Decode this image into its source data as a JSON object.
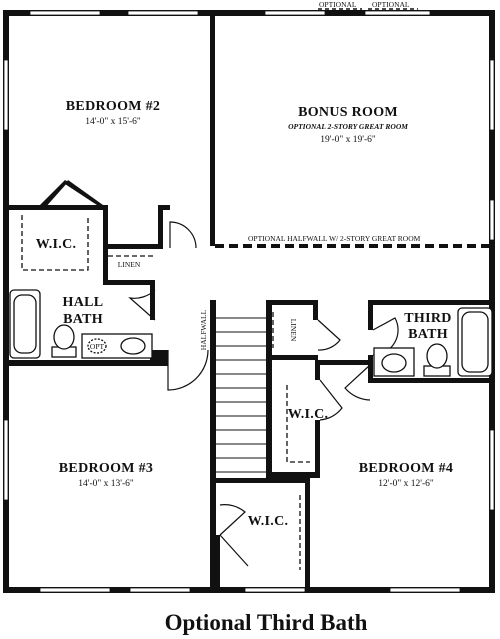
{
  "caption": "Optional Third Bath",
  "rooms": {
    "bedroom2": {
      "name": "BEDROOM #2",
      "dims": "14'-0\" x 15'-6\""
    },
    "bonus": {
      "name": "BONUS ROOM",
      "note": "OPTIONAL 2-STORY GREAT ROOM",
      "dims": "19'-0\" x 19'-6\""
    },
    "bedroom3": {
      "name": "BEDROOM #3",
      "dims": "14'-0\" x 13'-6\""
    },
    "bedroom4": {
      "name": "BEDROOM #4",
      "dims": "12'-0\" x 12'-6\""
    },
    "wic_left": "W.I.C.",
    "wic_mid": "W.I.C.",
    "wic_bottom": "W.I.C.",
    "hall_bath_line1": "HALL",
    "hall_bath_line2": "BATH",
    "third_bath_line1": "THIRD",
    "third_bath_line2": "BATH",
    "opt": "OPT",
    "linen_hall": "LINEN",
    "linen_center": "LINEN",
    "halfwall": "HALFWALL"
  },
  "notes": {
    "halfwall_note": "OPTIONAL HALFWALL W/ 2-STORY GREAT ROOM",
    "optional_top_1": "OPTIONAL",
    "optional_top_2": "OPTIONAL"
  }
}
